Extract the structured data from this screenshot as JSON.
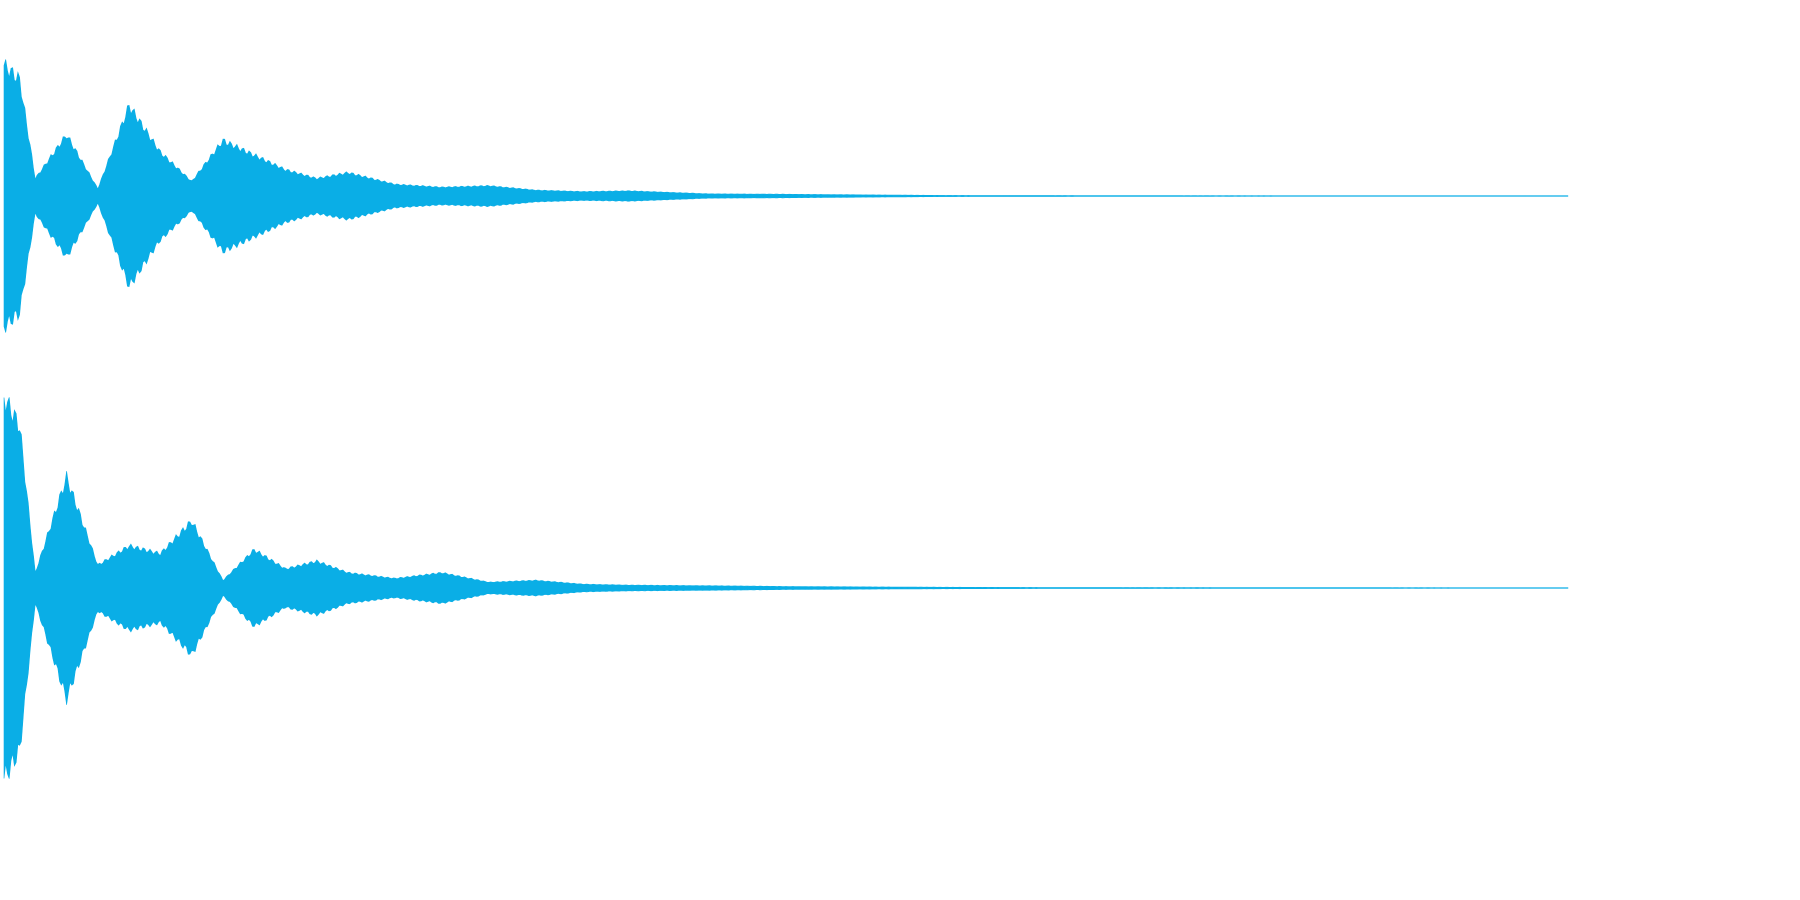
{
  "chart_data": {
    "type": "area",
    "x": [
      0,
      0.01,
      0.02,
      0.04,
      0.06,
      0.08,
      0.1,
      0.12,
      0.14,
      0.16,
      0.18,
      0.2,
      0.22,
      0.25,
      0.28,
      0.31,
      0.34,
      0.37,
      0.4,
      0.45,
      0.5,
      0.55,
      0.6,
      0.7,
      1.0
    ],
    "xlim": [
      0,
      1
    ],
    "ylim": [
      -1,
      1
    ],
    "series": [
      {
        "values": [
          0.9,
          0.8,
          0.12,
          0.42,
          0.05,
          0.62,
          0.3,
          0.1,
          0.38,
          0.28,
          0.18,
          0.12,
          0.16,
          0.08,
          0.06,
          0.07,
          0.04,
          0.03,
          0.035,
          0.015,
          0.012,
          0.008,
          0.004,
          0.002,
          0.001
        ]
      },
      {
        "values": [
          1.0,
          0.85,
          0.08,
          0.58,
          0.12,
          0.22,
          0.18,
          0.35,
          0.04,
          0.2,
          0.1,
          0.14,
          0.08,
          0.05,
          0.08,
          0.03,
          0.04,
          0.02,
          0.015,
          0.012,
          0.008,
          0.006,
          0.004,
          0.002,
          0.001
        ]
      }
    ],
    "colors": {
      "waveform": "#0aaee6"
    }
  }
}
